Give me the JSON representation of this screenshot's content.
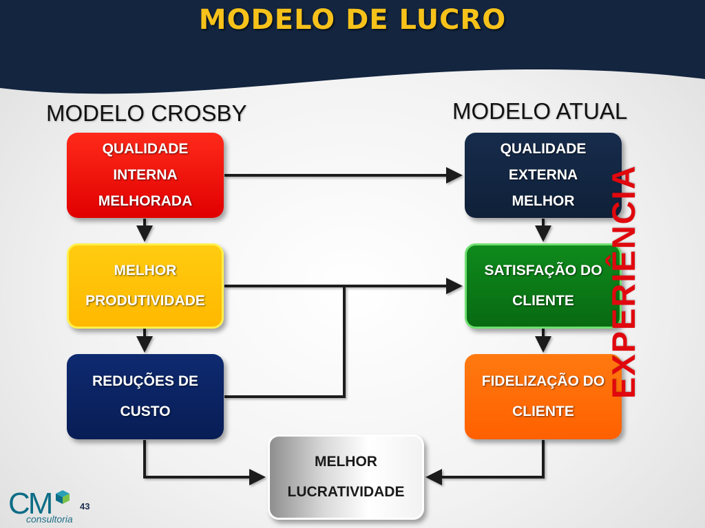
{
  "slide": {
    "title": "MODELO DE LUCRO",
    "page_number": "43"
  },
  "columns": {
    "left_heading": "MODELO CROSBY",
    "right_heading": "MODELO ATUAL"
  },
  "boxes": {
    "qualidade_interna": [
      "QUALIDADE",
      "INTERNA",
      "MELHORADA"
    ],
    "melhor_produtividade": [
      "MELHOR",
      "PRODUTIVIDADE"
    ],
    "reducoes_custo": [
      "REDUÇÕES DE",
      "CUSTO"
    ],
    "qualidade_externa": [
      "QUALIDADE",
      "EXTERNA",
      "MELHOR"
    ],
    "satisfacao_cliente": [
      "SATISFAÇÃO DO",
      "CLIENTE"
    ],
    "fidelizacao_cliente": [
      "FIDELIZAÇÃO DO",
      "CLIENTE"
    ],
    "melhor_lucratividade": [
      "MELHOR",
      "LUCRATIVIDADE"
    ]
  },
  "side_label": "EXPERIÊNCIA",
  "logo": {
    "text": "CM",
    "subtitle": "consultoria"
  },
  "colors": {
    "header_navy": "#13253f",
    "title_gold": "#f7c21a",
    "red": "#f00f0f",
    "yellow": "#ffc400",
    "navy": "#0b2463",
    "dark_navy": "#13253f",
    "green": "#0b7a16",
    "orange": "#ff6a00",
    "experiencia_red": "#e0080e"
  }
}
